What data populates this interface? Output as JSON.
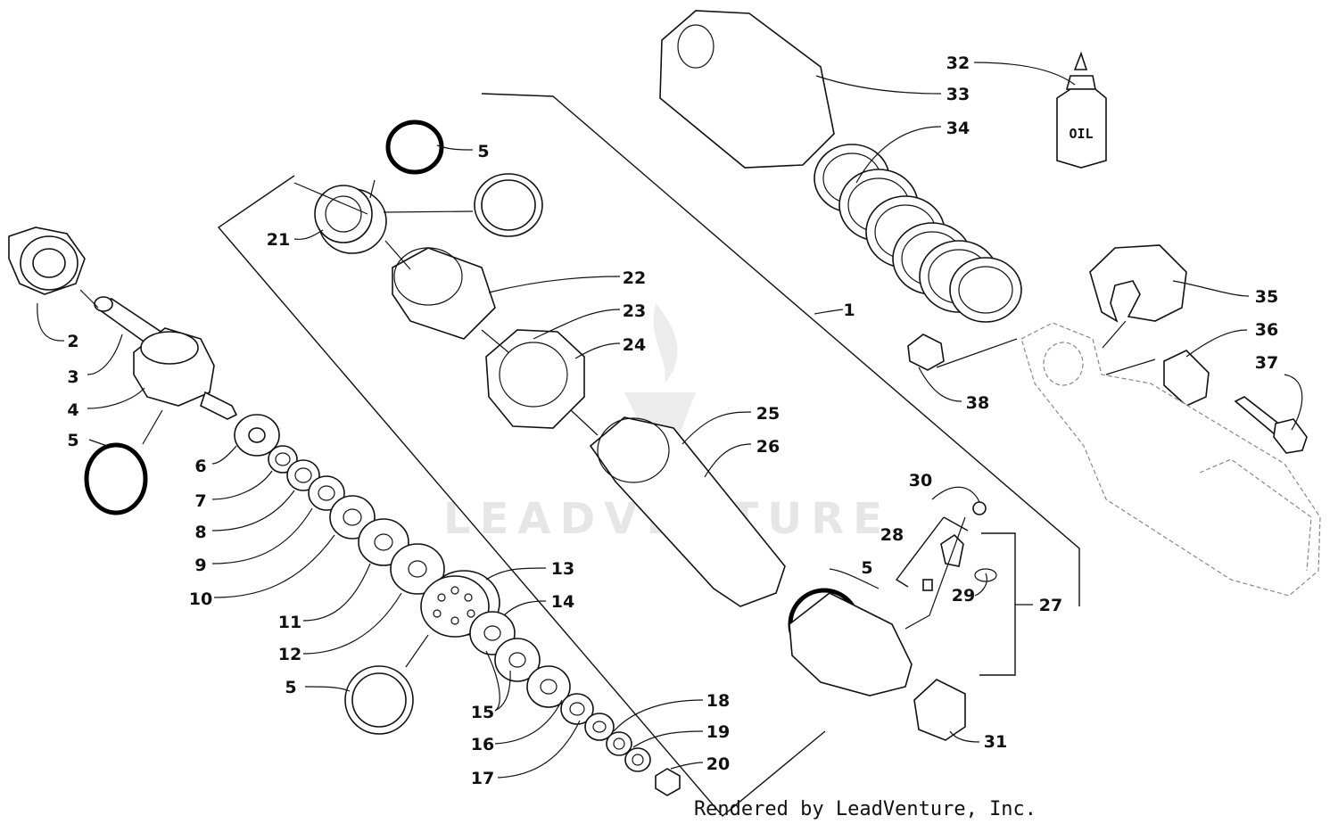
{
  "watermark": {
    "text": "LEADVENTURE"
  },
  "credit": "Rendered by LeadVenture, Inc.",
  "oil_label": "OIL",
  "callouts": [
    "1",
    "2",
    "3",
    "4",
    "5",
    "6",
    "7",
    "8",
    "9",
    "10",
    "11",
    "12",
    "13",
    "14",
    "15",
    "16",
    "17",
    "18",
    "19",
    "20",
    "21",
    "22",
    "23",
    "24",
    "25",
    "26",
    "27",
    "28",
    "29",
    "30",
    "31",
    "32",
    "33",
    "34",
    "35",
    "36",
    "37",
    "38"
  ]
}
